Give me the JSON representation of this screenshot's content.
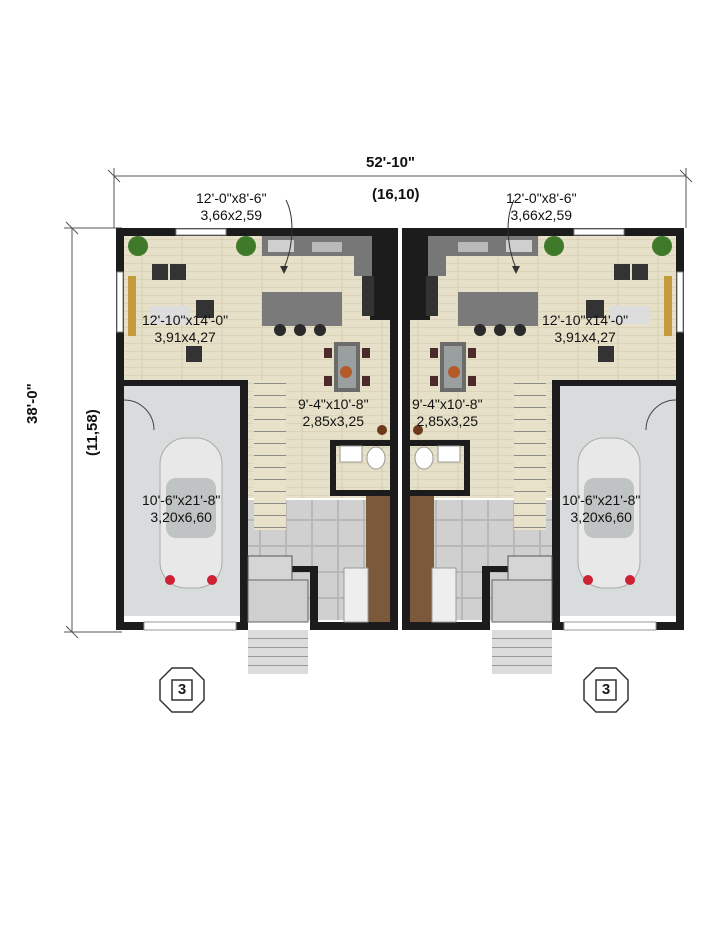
{
  "dimensions": {
    "overall_width_imperial": "52'-10\"",
    "overall_width_metric": "(16,10)",
    "overall_depth_imperial": "38'-0\"",
    "overall_depth_metric": "(11,58)"
  },
  "units": {
    "left": {
      "kitchen": {
        "imperial": "12'-0\"x8'-6\"",
        "metric": "3,66x2,59"
      },
      "living": {
        "imperial": "12'-10\"x14'-0\"",
        "metric": "3,91x4,27"
      },
      "dining": {
        "imperial": "9'-4\"x10'-8\"",
        "metric": "2,85x3,25"
      },
      "garage": {
        "imperial": "10'-6\"x21'-8\"",
        "metric": "3,20x6,60"
      },
      "marker": "3"
    },
    "right": {
      "kitchen": {
        "imperial": "12'-0\"x8'-6\"",
        "metric": "3,66x2,59"
      },
      "living": {
        "imperial": "12'-10\"x14'-0\"",
        "metric": "3,91x4,27"
      },
      "dining": {
        "imperial": "9'-4\"x10'-8\"",
        "metric": "2,85x3,25"
      },
      "garage": {
        "imperial": "10'-6\"x21'-8\"",
        "metric": "3,20x6,60"
      },
      "marker": "3"
    }
  },
  "colors": {
    "wall": "#1c1c1c",
    "wood_floor": "#e6dfc7",
    "garage_floor": "#d9dcdc",
    "tile_floor": "#cfcfcf",
    "counter": "#777777",
    "plant": "#3f7a2a"
  }
}
